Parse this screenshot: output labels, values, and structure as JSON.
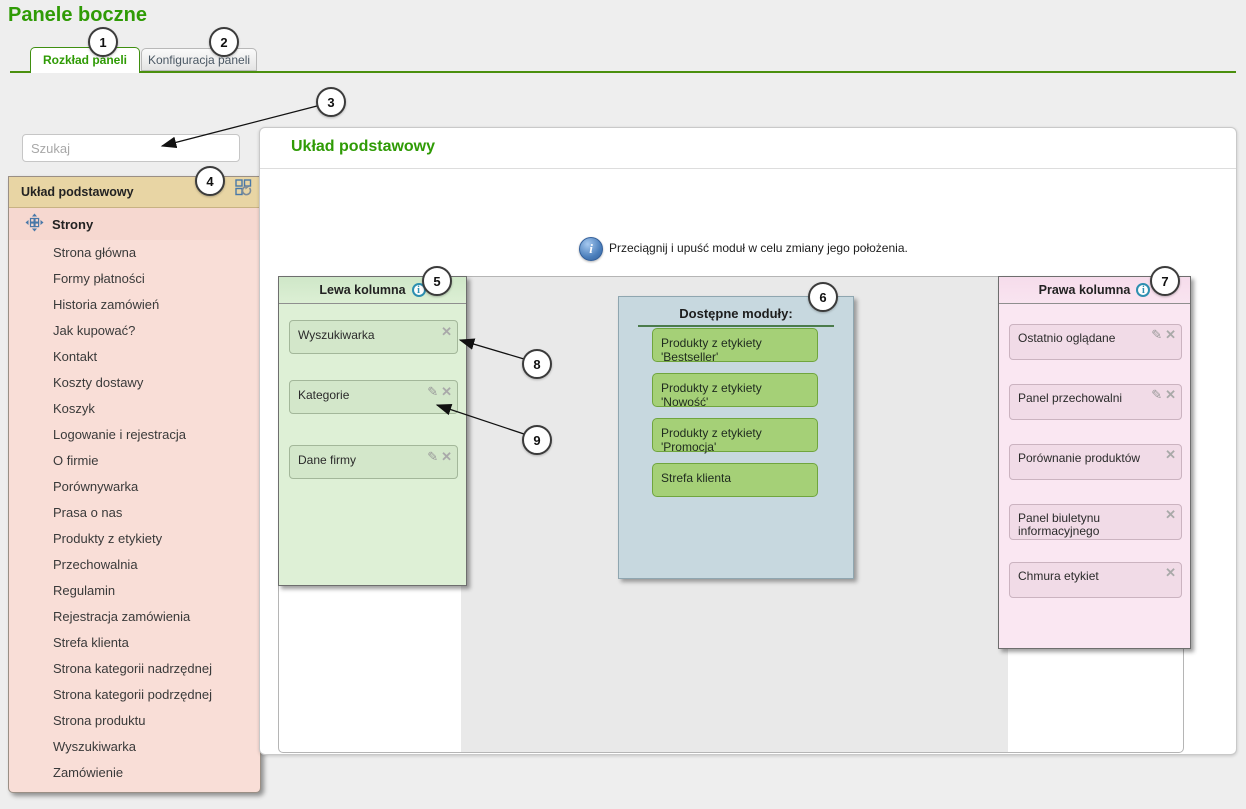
{
  "page": {
    "title": "Panele boczne"
  },
  "tabs": [
    {
      "label": "Rozkład paneli",
      "active": true
    },
    {
      "label": "Konfiguracja paneli",
      "active": false
    }
  ],
  "sidebar": {
    "search_placeholder": "Szukaj",
    "panel_title": "Układ podstawowy",
    "root_item": "Strony",
    "pages": [
      "Strona główna",
      "Formy płatności",
      "Historia zamówień",
      "Jak kupować?",
      "Kontakt",
      "Koszty dostawy",
      "Koszyk",
      "Logowanie i rejestracja",
      "O firmie",
      "Porównywarka",
      "Prasa o nas",
      "Produkty z etykiety",
      "Przechowalnia",
      "Regulamin",
      "Rejestracja zamówienia",
      "Strefa klienta",
      "Strona kategorii nadrzędnej",
      "Strona kategorii podrzędnej",
      "Strona produktu",
      "Wyszukiwarka",
      "Zamówienie"
    ]
  },
  "main": {
    "heading": "Układ podstawowy",
    "info_text": "Przeciągnij i upuść moduł w celu zmiany jego położenia.",
    "left_column": {
      "title": "Lewa kolumna",
      "modules": [
        {
          "label": "Wyszukiwarka",
          "editable": false
        },
        {
          "label": "Kategorie",
          "editable": true
        },
        {
          "label": "Dane firmy",
          "editable": true
        }
      ]
    },
    "available": {
      "title": "Dostępne moduły:",
      "modules": [
        "Produkty z etykiety 'Bestseller'",
        "Produkty z etykiety 'Nowość'",
        "Produkty z etykiety 'Promocja'",
        "Strefa klienta"
      ]
    },
    "right_column": {
      "title": "Prawa kolumna",
      "modules": [
        {
          "label": "Ostatnio oglądane",
          "editable": true
        },
        {
          "label": "Panel przechowalni",
          "editable": true
        },
        {
          "label": "Porównanie produktów",
          "editable": false
        },
        {
          "label": "Panel biuletynu informacyjnego",
          "editable": false
        },
        {
          "label": "Chmura etykiet",
          "editable": false
        }
      ]
    }
  },
  "callouts": [
    "1",
    "2",
    "3",
    "4",
    "5",
    "6",
    "7",
    "8",
    "9"
  ],
  "colors": {
    "accent": "#2f9b05",
    "tab_line": "#4a8f0e",
    "sidebar_header_bg": "#e8d5a4",
    "sidebar_body_bg": "#f9ded7",
    "left_col_bg": "#def0d6",
    "left_module_bg": "#d3e7ca",
    "available_bg": "#c7d8df",
    "available_module_bg": "#a5d077",
    "available_module_border": "#70a53e",
    "right_col_bg": "#fae7f2",
    "right_module_bg": "#f1dbe7",
    "drop_zone_gray": "#e9e9e9",
    "info_icon_blue": "#4a7ebb",
    "callout_border": "#3b3b3b"
  }
}
